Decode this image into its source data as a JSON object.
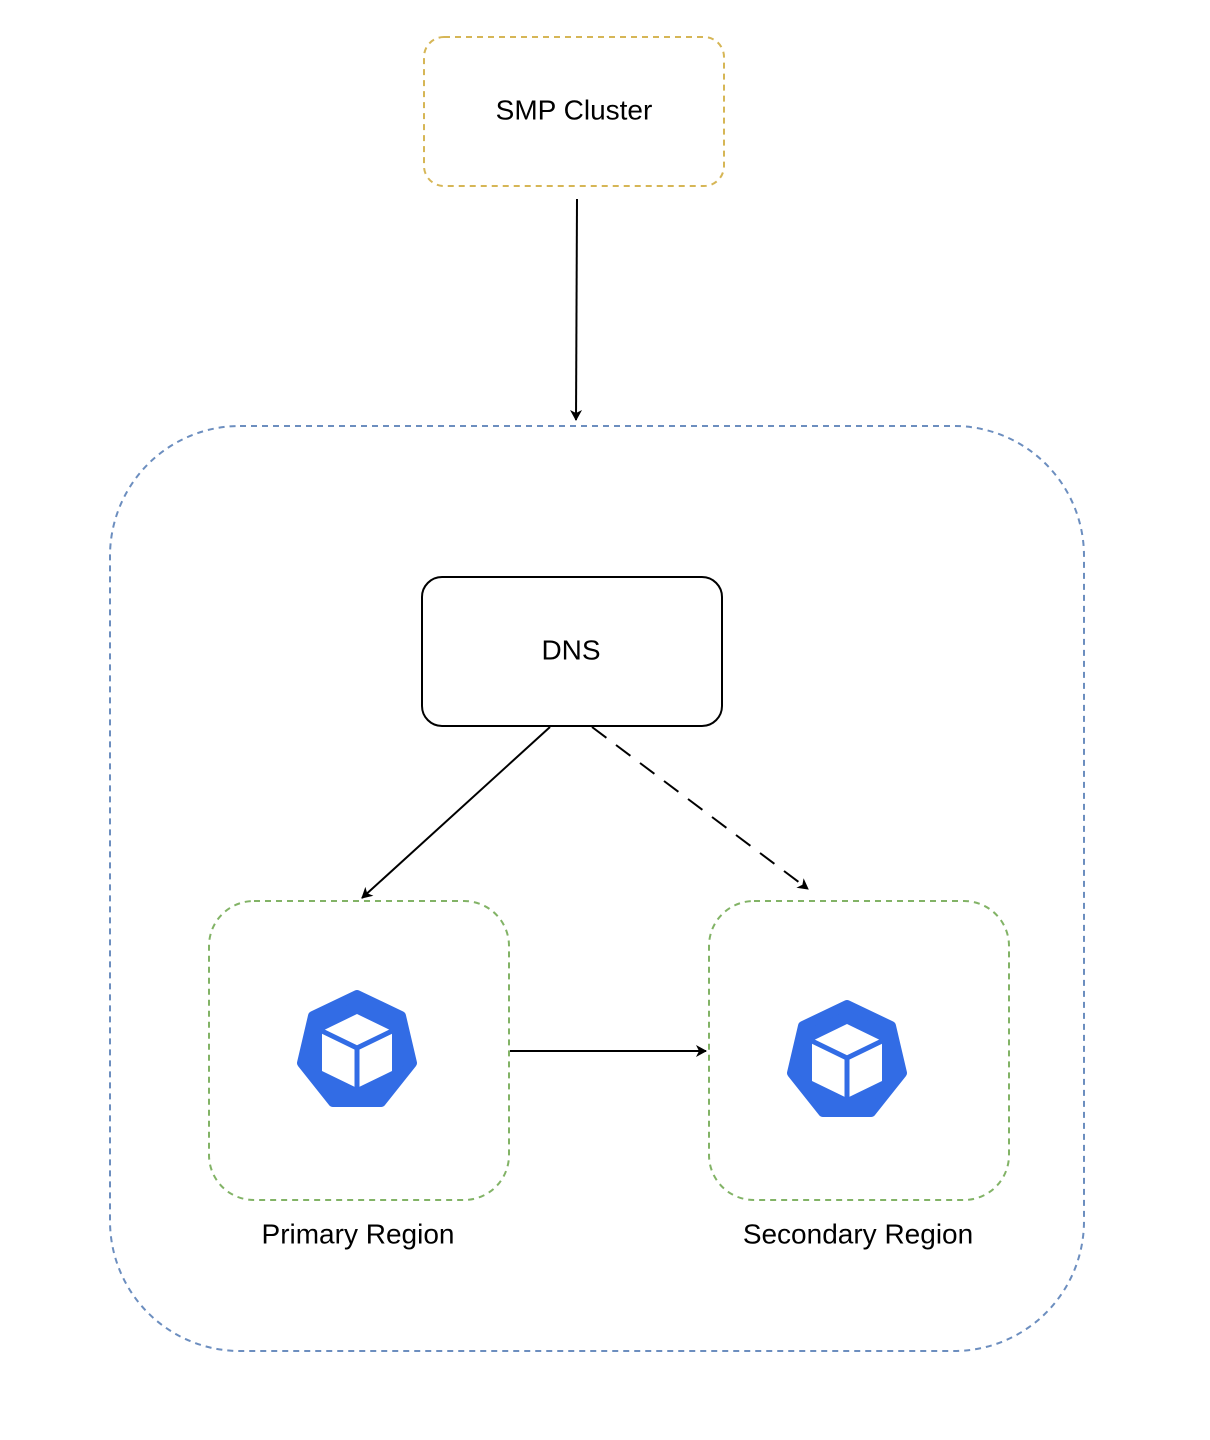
{
  "diagram": {
    "nodes": {
      "smp_cluster": {
        "label": "SMP Cluster"
      },
      "dns": {
        "label": "DNS"
      },
      "primary_region": {
        "label": "Primary Region",
        "icon": "kubernetes-cube-icon"
      },
      "secondary_region": {
        "label": "Secondary Region",
        "icon": "kubernetes-cube-icon"
      }
    },
    "edges": [
      {
        "from": "smp_cluster",
        "to": "outer-boundary",
        "style": "solid"
      },
      {
        "from": "dns",
        "to": "primary_region",
        "style": "solid"
      },
      {
        "from": "dns",
        "to": "secondary_region",
        "style": "dashed"
      },
      {
        "from": "primary_region",
        "to": "secondary_region",
        "style": "solid"
      }
    ]
  },
  "colors": {
    "smp_border": "#d6b656",
    "outer_border": "#6c8ebf",
    "region_border": "#82b366",
    "icon_fill": "#326ce5",
    "line": "#000000"
  }
}
